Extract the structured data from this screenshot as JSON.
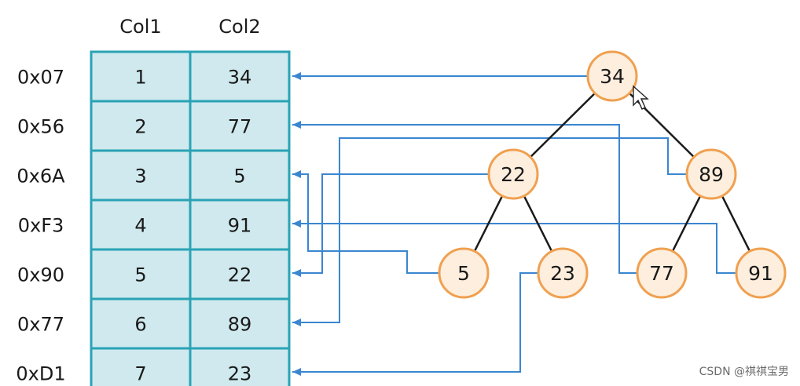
{
  "table": {
    "headers": [
      "Col1",
      "Col2"
    ],
    "rows": [
      {
        "addr": "0x07",
        "col1": "1",
        "col2": "34"
      },
      {
        "addr": "0x56",
        "col1": "2",
        "col2": "77"
      },
      {
        "addr": "0x6A",
        "col1": "3",
        "col2": "5"
      },
      {
        "addr": "0xF3",
        "col1": "4",
        "col2": "91"
      },
      {
        "addr": "0x90",
        "col1": "5",
        "col2": "22"
      },
      {
        "addr": "0x77",
        "col1": "6",
        "col2": "89"
      },
      {
        "addr": "0xD1",
        "col1": "7",
        "col2": "23"
      }
    ]
  },
  "tree": {
    "nodes": [
      {
        "id": "n34",
        "label": "34"
      },
      {
        "id": "n22",
        "label": "22"
      },
      {
        "id": "n89",
        "label": "89"
      },
      {
        "id": "n5",
        "label": "5"
      },
      {
        "id": "n23",
        "label": "23"
      },
      {
        "id": "n77",
        "label": "77"
      },
      {
        "id": "n91",
        "label": "91"
      }
    ],
    "edges": [
      [
        "n34",
        "n22"
      ],
      [
        "n34",
        "n89"
      ],
      [
        "n22",
        "n5"
      ],
      [
        "n22",
        "n23"
      ],
      [
        "n89",
        "n77"
      ],
      [
        "n89",
        "n91"
      ]
    ],
    "pointers": [
      {
        "node": "n34",
        "row": 0
      },
      {
        "node": "n77",
        "row": 1
      },
      {
        "node": "n5",
        "row": 2
      },
      {
        "node": "n91",
        "row": 3
      },
      {
        "node": "n22",
        "row": 4
      },
      {
        "node": "n89",
        "row": 5
      },
      {
        "node": "n23",
        "row": 6
      }
    ]
  },
  "colors": {
    "cell_fill": "#cfe9ee",
    "cell_border": "#2aa3b5",
    "node_fill": "#fdeedd",
    "node_border": "#f0a050",
    "pointer": "#3a86d0",
    "edge": "#1a1a1a"
  },
  "watermark": "CSDN @祺祺宝男"
}
